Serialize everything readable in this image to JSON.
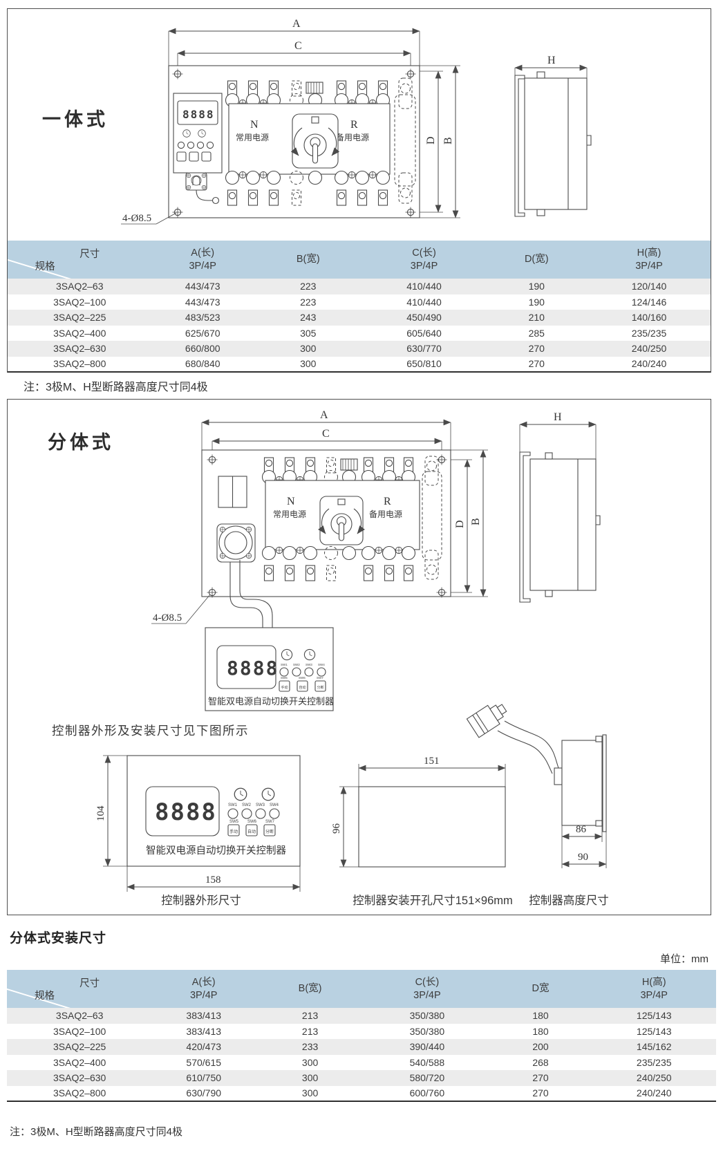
{
  "sections": {
    "integrated_title": "一体式",
    "split_title": "分体式",
    "note1": "注：3极M、H型断路器高度尺寸同4极",
    "note2": "注：3极M、H型断路器高度尺寸同4极",
    "install_heading": "分体式安装尺寸",
    "unit": "单位：mm",
    "controller_note": "控制器外形及安装尺寸见下图所示"
  },
  "captions": {
    "outline": "控制器外形尺寸",
    "cutout": "控制器安装开孔尺寸151×96mm",
    "height": "控制器高度尺寸"
  },
  "drawing": {
    "dims": {
      "A": "A",
      "B": "B",
      "C": "C",
      "D": "D",
      "H": "H"
    },
    "hole_label": "4-Ø8.5",
    "n": "N",
    "n_sub": "常用电源",
    "r": "R",
    "r_sub": "备用电源",
    "display": "8888",
    "controller_caption": "智能双电源自动切换开关控制器",
    "sw": [
      "SW1",
      "SW2",
      "SW3",
      "SW4"
    ],
    "swb": [
      "SW5",
      "SW6",
      "SW7"
    ],
    "btns": [
      "手动",
      "自动",
      "分断"
    ],
    "ctrl_dims": {
      "w": "158",
      "h": "104",
      "cw": "151",
      "ch": "96",
      "d86": "86",
      "d90": "90"
    }
  },
  "table1": {
    "corner": {
      "dim": "尺寸",
      "spec": "规格"
    },
    "columns": [
      {
        "line1": "A(长)",
        "line2": "3P/4P"
      },
      {
        "line1": "B(宽)",
        "line2": ""
      },
      {
        "line1": "C(长)",
        "line2": "3P/4P"
      },
      {
        "line1": "D(宽)",
        "line2": ""
      },
      {
        "line1": "H(高)",
        "line2": "3P/4P"
      }
    ],
    "rows": [
      {
        "spec": "3SAQ2–63",
        "a": "443/473",
        "b": "223",
        "c": "410/440",
        "d": "190",
        "h": "120/140"
      },
      {
        "spec": "3SAQ2–100",
        "a": "443/473",
        "b": "223",
        "c": "410/440",
        "d": "190",
        "h": "124/146"
      },
      {
        "spec": "3SAQ2–225",
        "a": "483/523",
        "b": "243",
        "c": "450/490",
        "d": "210",
        "h": "140/160"
      },
      {
        "spec": "3SAQ2–400",
        "a": "625/670",
        "b": "305",
        "c": "605/640",
        "d": "285",
        "h": "235/235"
      },
      {
        "spec": "3SAQ2–630",
        "a": "660/800",
        "b": "300",
        "c": "630/770",
        "d": "270",
        "h": "240/250"
      },
      {
        "spec": "3SAQ2–800",
        "a": "680/840",
        "b": "300",
        "c": "650/810",
        "d": "270",
        "h": "240/240"
      }
    ]
  },
  "table2": {
    "corner": {
      "dim": "尺寸",
      "spec": "规格"
    },
    "columns": [
      {
        "line1": "A(长)",
        "line2": "3P/4P"
      },
      {
        "line1": "B(宽)",
        "line2": ""
      },
      {
        "line1": "C(长)",
        "line2": "3P/4P"
      },
      {
        "line1": "D宽",
        "line2": ""
      },
      {
        "line1": "H(高)",
        "line2": "3P/4P"
      }
    ],
    "rows": [
      {
        "spec": "3SAQ2–63",
        "a": "383/413",
        "b": "213",
        "c": "350/380",
        "d": "180",
        "h": "125/143"
      },
      {
        "spec": "3SAQ2–100",
        "a": "383/413",
        "b": "213",
        "c": "350/380",
        "d": "180",
        "h": "125/143"
      },
      {
        "spec": "3SAQ2–225",
        "a": "420/473",
        "b": "233",
        "c": "390/440",
        "d": "200",
        "h": "145/162"
      },
      {
        "spec": "3SAQ2–400",
        "a": "570/615",
        "b": "300",
        "c": "540/588",
        "d": "268",
        "h": "235/235"
      },
      {
        "spec": "3SAQ2–630",
        "a": "610/750",
        "b": "300",
        "c": "580/720",
        "d": "270",
        "h": "240/250"
      },
      {
        "spec": "3SAQ2–800",
        "a": "630/790",
        "b": "300",
        "c": "600/760",
        "d": "270",
        "h": "240/240"
      }
    ]
  }
}
